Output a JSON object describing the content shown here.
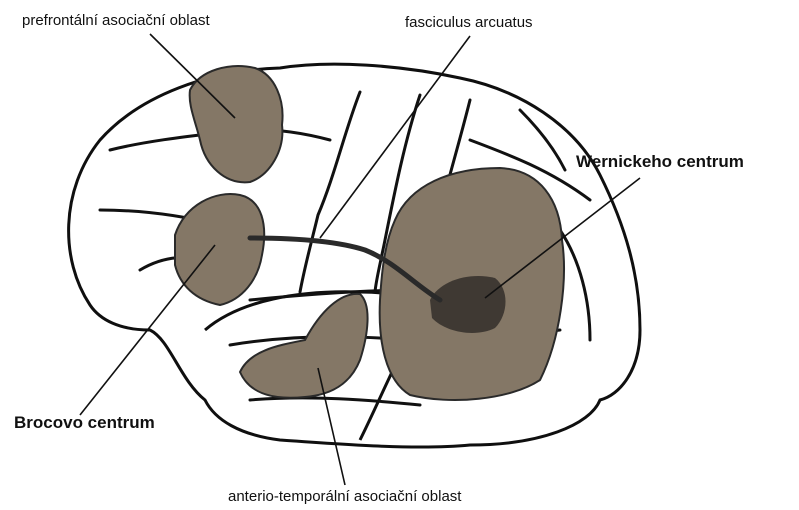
{
  "labels": {
    "prefrontal": "prefrontální asociační oblast",
    "fasciculus": "fasciculus arcuatus",
    "wernicke": "Wernickeho centrum",
    "broca": "Brocovo centrum",
    "anterior_temporal": "anterio-temporální asociační oblast"
  },
  "colors": {
    "region_fill": "#847766",
    "wernicke_core": "#3f3933",
    "outline": "#0f0f0f",
    "background": "#ffffff"
  }
}
